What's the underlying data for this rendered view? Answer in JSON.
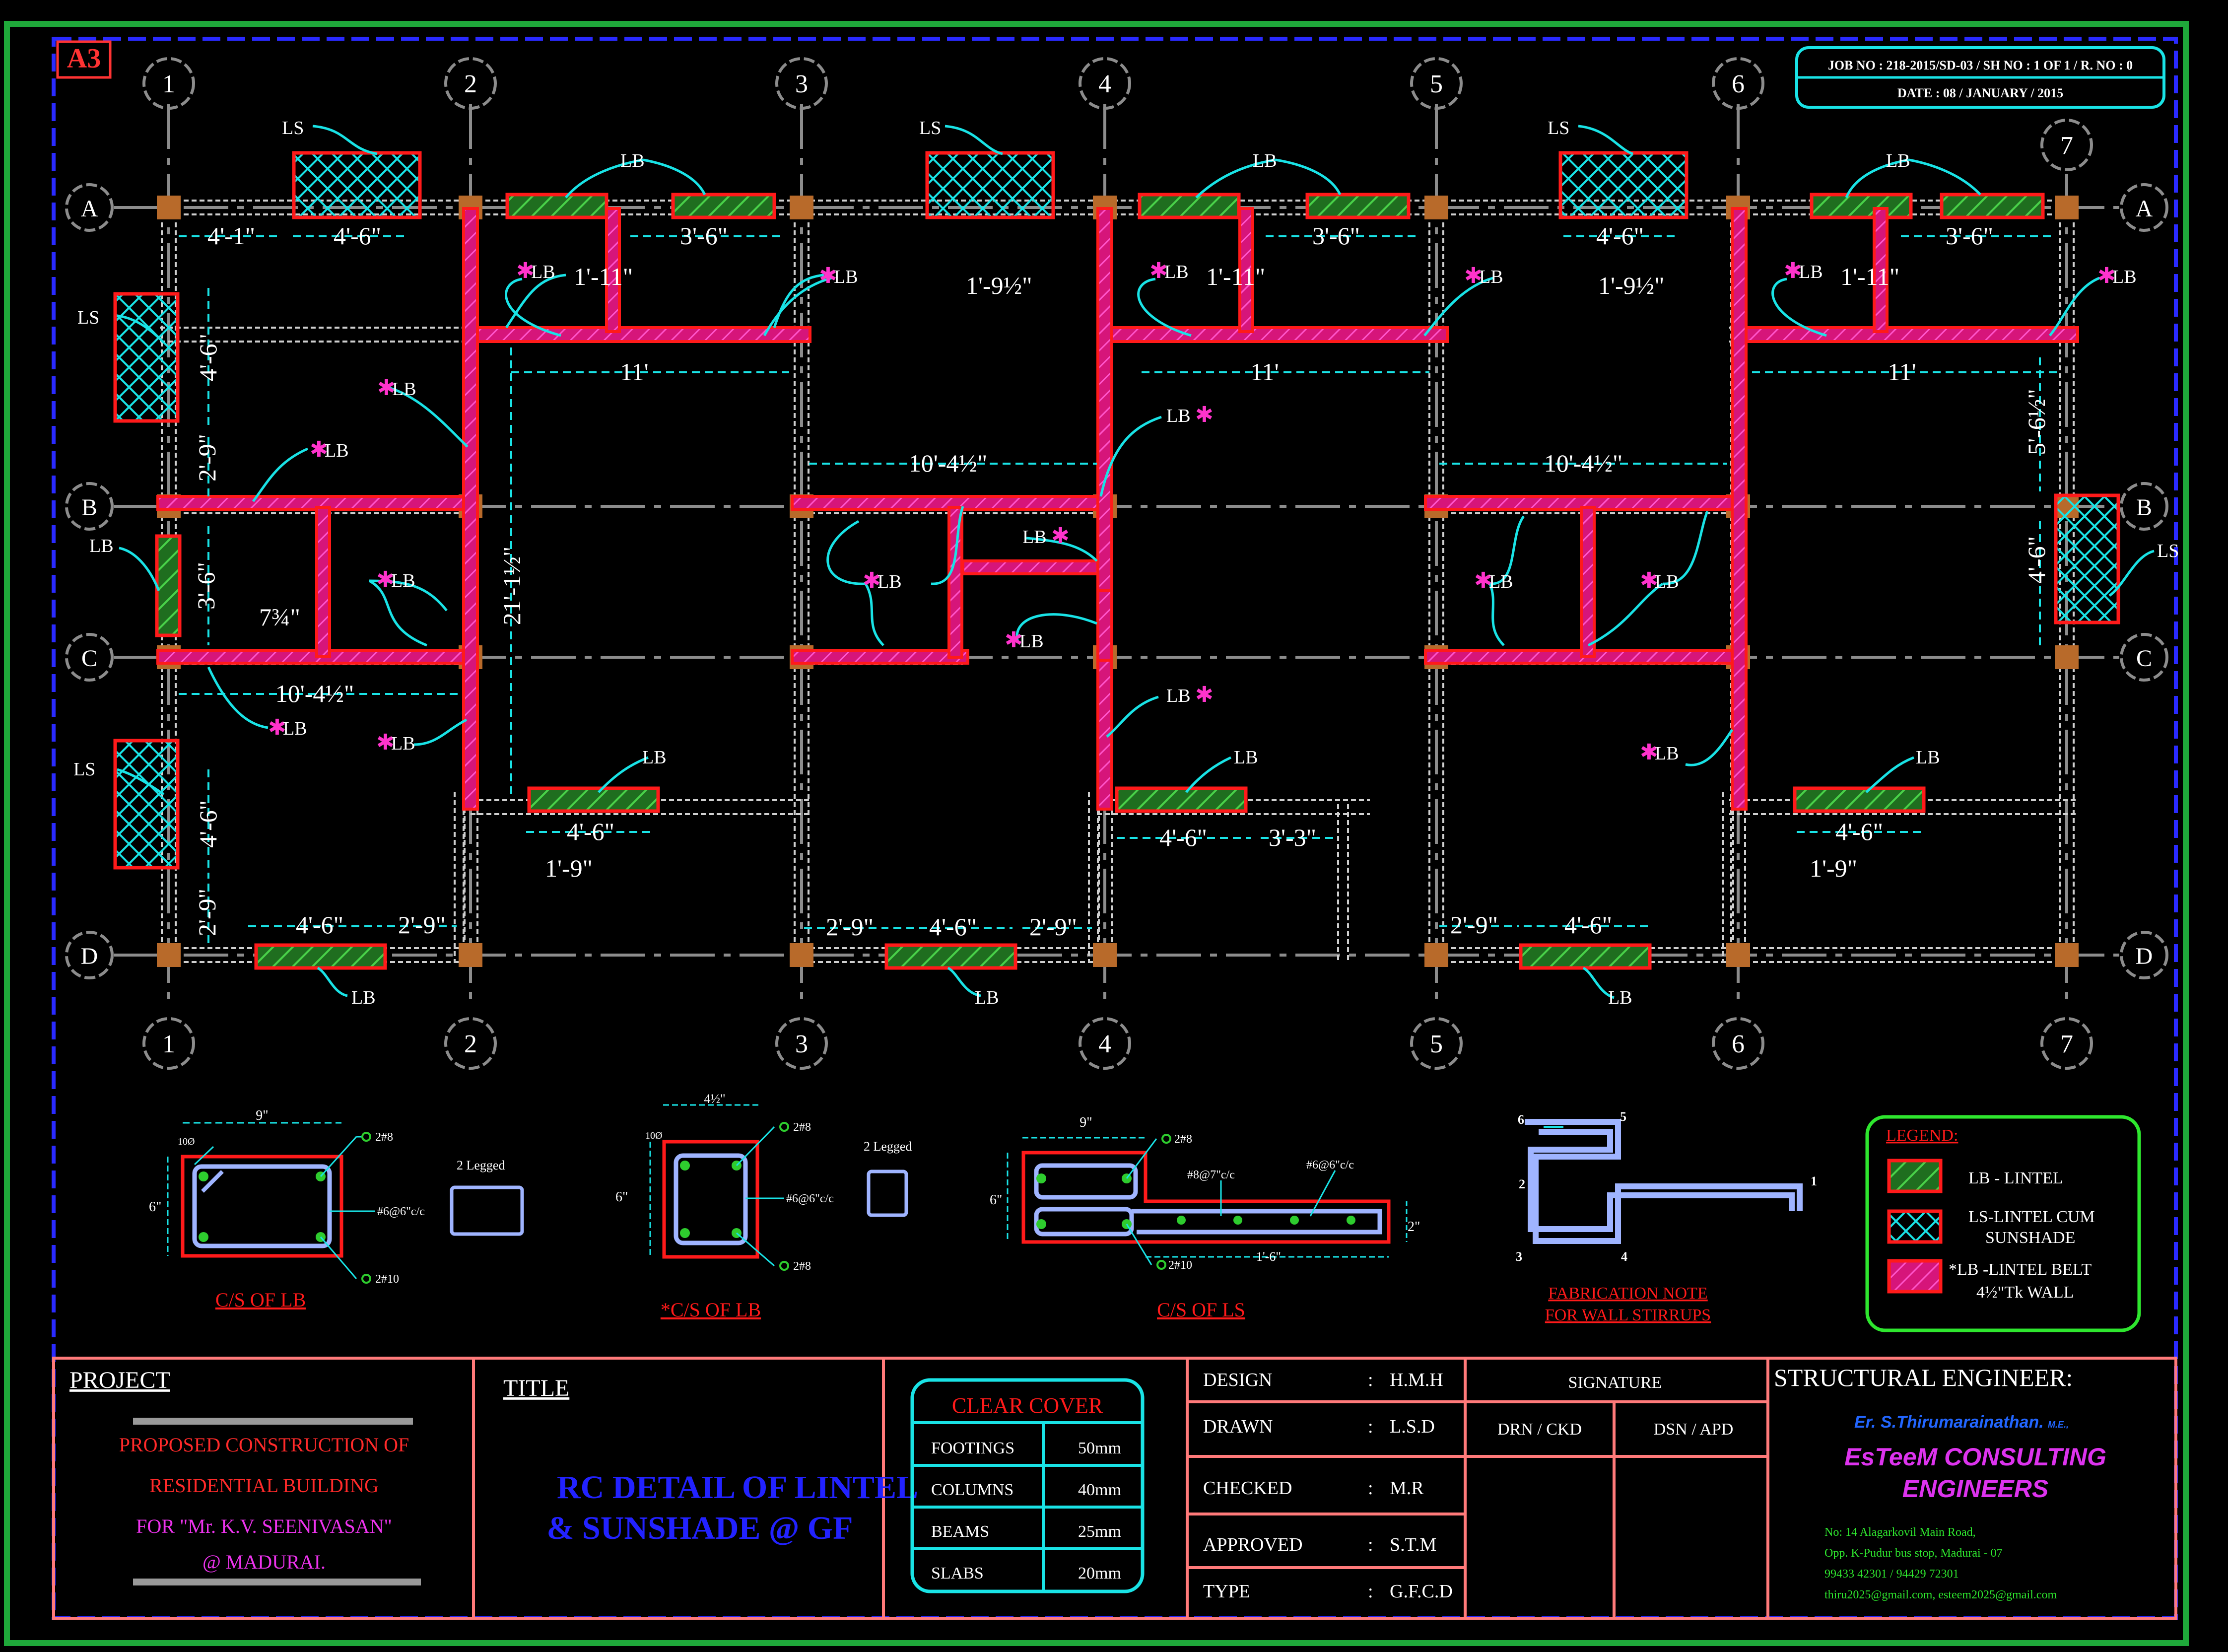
{
  "sheet": {
    "size": "A3"
  },
  "job": {
    "line1": "JOB NO : 218-2015/SD-03 / SH NO : 1 OF 1 / R. NO : 0",
    "line2": "DATE : 08 / JANUARY / 2015"
  },
  "grid": {
    "cols": [
      "1",
      "2",
      "3",
      "4",
      "5",
      "6",
      "7"
    ],
    "rows": [
      "A",
      "B",
      "C",
      "D"
    ]
  },
  "tags": {
    "ls": "LS",
    "lb": "LB",
    "lb_star": "*LB",
    "lb_star_after": "LB*"
  },
  "dims": {
    "d4_1": "4'-1\"",
    "d4_6": "4'-6\"",
    "d3_6": "3'-6\"",
    "d1_11": "1'-11\"",
    "d11": "11'",
    "d10_4h": "10'-4½\"",
    "d2_9": "2'-9\"",
    "d7_34": "7¾\"",
    "d21_1h": "21'-1½\"",
    "d1_9": "1'-9\"",
    "d1_9h": "1'-9½\"",
    "d3_3": "3'-3\"",
    "d5_6h": "5'-6½\""
  },
  "details": {
    "cs_lb": {
      "title": "C/S OF LB",
      "w": "9\"",
      "h": "6\"",
      "top": "2#8",
      "bot": "2#10",
      "stirrup": "#6@6\"c/c",
      "legged": "2 Legged",
      "hook": "10Ø"
    },
    "cs_lb_belt": {
      "title": "*C/S OF LB",
      "w": "4½\"",
      "h": "6\"",
      "top": "2#8",
      "bot": "2#8",
      "stirrup": "#6@6\"c/c",
      "legged": "2 Legged",
      "hook": "10Ø"
    },
    "cs_ls": {
      "title": "C/S OF LS",
      "w": "9\"",
      "h": "6\"",
      "top": "2#8",
      "bot": "2#10",
      "dist": "#8@7\"c/c",
      "stir": "#6@6\"c/c",
      "proj": "1'-6\"",
      "thk": "2\""
    },
    "fab": {
      "title1": "FABRICATION NOTE",
      "title2": "FOR WALL STIRRUPS",
      "n": [
        "1",
        "2",
        "3",
        "4",
        "5",
        "6"
      ]
    }
  },
  "legend": {
    "title": "LEGEND:",
    "items": [
      "LB - LINTEL",
      "LS-LINTEL CUM",
      "SUNSHADE",
      "*LB -LINTEL BELT",
      "4½\"Tk WALL"
    ]
  },
  "titleblock": {
    "project_h": "PROJECT",
    "project": [
      "PROPOSED CONSTRUCTION OF",
      "RESIDENTIAL BUILDING",
      "FOR \"Mr. K.V. SEENIVASAN\"",
      "@ MADURAI."
    ],
    "title_h": "TITLE",
    "title": [
      "RC DETAIL OF LINTEL",
      "& SUNSHADE @ GF"
    ],
    "cover_h": "CLEAR COVER",
    "cover": [
      [
        "FOOTINGS",
        "50mm"
      ],
      [
        "COLUMNS",
        "40mm"
      ],
      [
        "BEAMS",
        "25mm"
      ],
      [
        "SLABS",
        "20mm"
      ]
    ],
    "roles": [
      [
        "DESIGN",
        ":",
        "H.M.H"
      ],
      [
        "DRAWN",
        ":",
        "L.S.D"
      ],
      [
        "CHECKED",
        ":",
        "M.R"
      ],
      [
        "APPROVED",
        ":",
        "S.T.M"
      ],
      [
        "TYPE",
        ":",
        "G.F.C.D"
      ]
    ],
    "sig_h": "SIGNATURE",
    "sig1": "DRN / CKD",
    "sig2": "DSN / APD",
    "eng_h": "STRUCTURAL ENGINEER:",
    "eng_name": "Er. S.Thirumarainathan.",
    "eng_deg": "M.E.,",
    "firm": [
      "EsTeeM CONSULTING",
      "ENGINEERS"
    ],
    "addr": [
      "No: 14 Alagarkovil Main Road,",
      "Opp. K-Pudur bus stop, Madurai - 07",
      "99433 42301 / 94429 72301",
      "thiru2025@gmail.com, esteem2025@gmail.com"
    ]
  },
  "colors": {
    "red": "#ff1a1a",
    "green": "#2e9e2e",
    "cyan": "#19e3e6",
    "magenta": "#ff33cc",
    "white": "#ffffff",
    "grey": "#9a9a9a",
    "blue": "#2a2aff",
    "pink": "#ff7a7a",
    "brown": "#b86a2a"
  }
}
